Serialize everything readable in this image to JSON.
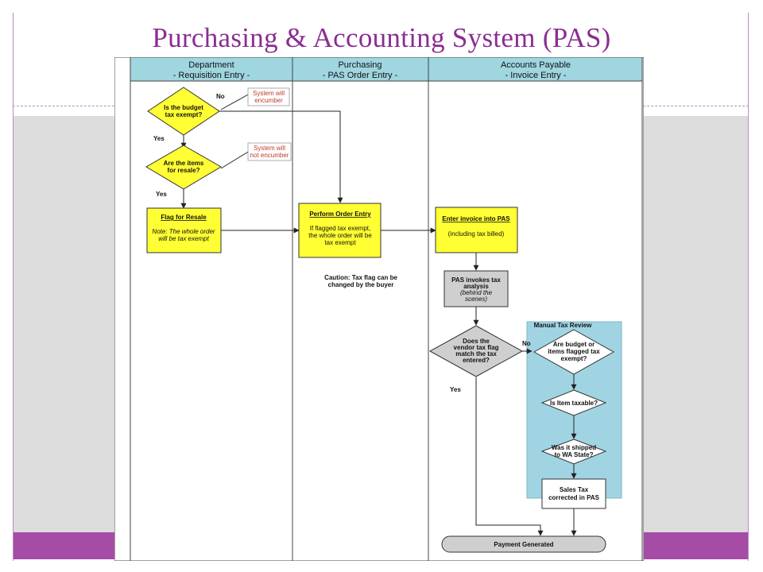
{
  "slide": {
    "title": "Purchasing & Accounting System (PAS)",
    "colors": {
      "title": "#8b2d92",
      "band": "#a64ca6",
      "gray": "#dcdcdc"
    }
  },
  "diagram": {
    "lanes": [
      {
        "name": "Department",
        "sub": "- Requisition Entry -"
      },
      {
        "name": "Purchasing",
        "sub": "- PAS Order Entry -"
      },
      {
        "name": "Accounts Payable",
        "sub": "- Invoice Entry -"
      }
    ],
    "decisions": {
      "budget_exempt": [
        "Is the budget",
        "tax exempt?"
      ],
      "items_resale": [
        "Are the items",
        "for resale?"
      ],
      "vendor_flag": [
        "Does the",
        "vendor tax flag",
        "match the tax",
        "entered?"
      ],
      "budget_flagged": [
        "Are budget or",
        "items flagged tax",
        "exempt?"
      ],
      "item_taxable": [
        "Is Item taxable?"
      ],
      "shipped_wa": [
        "Was it shipped",
        "to WA State?"
      ]
    },
    "processes": {
      "flag_resale": {
        "title": "Flag for Resale",
        "note": [
          "Note: The whole order",
          "will be tax exempt"
        ]
      },
      "order_entry": {
        "title": "Perform Order Entry",
        "note": [
          "If flagged tax exempt,",
          "the whole order will be",
          "tax exempt"
        ]
      },
      "invoice": {
        "title": "Enter invoice into PAS",
        "note": [
          "(including tax billed)"
        ]
      },
      "tax_analysis": {
        "lines": [
          "PAS invokes tax",
          "analysis"
        ],
        "italic": [
          "(behind the",
          "scenes)"
        ]
      },
      "sales_tax": [
        "Sales Tax",
        "corrected in PAS"
      ]
    },
    "annotations": {
      "encumber": [
        "System will",
        "encumber"
      ],
      "not_encumber": [
        "System will",
        "not encumber"
      ],
      "caution": [
        "Caution:  Tax flag can be",
        "changed by the buyer"
      ]
    },
    "manual_review_title": "Manual Tax Review",
    "terminal": "Payment Generated",
    "edge_labels": {
      "no": "No",
      "yes": "Yes"
    },
    "colors": {
      "lane_header": "#9fd6e0",
      "decision": "#ffff33",
      "process": "#ffff33",
      "review_panel": "#a0d4e3",
      "gray_box": "#cfcfcf",
      "note_red": "#c0392b"
    }
  }
}
